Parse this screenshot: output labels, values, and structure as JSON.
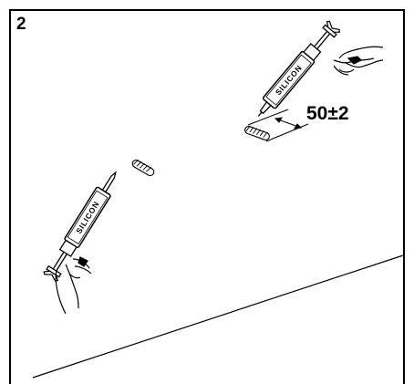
{
  "step_number": "2",
  "cartridge_label": "SILICON",
  "dimension": {
    "value": "50",
    "symbol": "±",
    "tolerance": "2"
  }
}
